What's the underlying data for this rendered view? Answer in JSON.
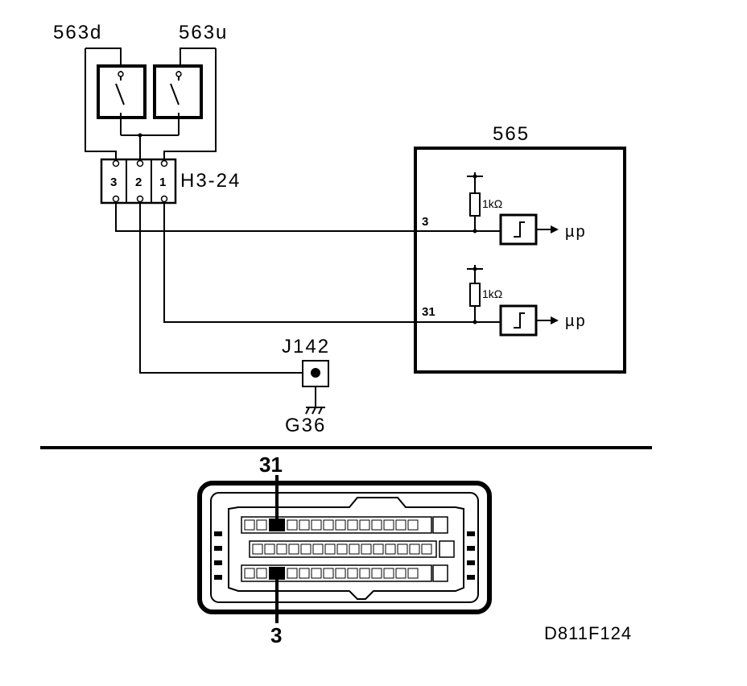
{
  "labels": {
    "switch_down": "563d",
    "switch_up": "563u",
    "connector": "H3-24",
    "connector_pins": [
      "3",
      "2",
      "1"
    ],
    "module": "565",
    "ground_point": "J142",
    "ground": "G36",
    "pin_a": "3",
    "pin_b": "31",
    "resistor_a": "1kΩ",
    "resistor_b": "1kΩ",
    "output_a": "µp",
    "output_b": "µp",
    "ecu_pin_top": "31",
    "ecu_pin_bottom": "3",
    "drawing_code": "D811F124"
  }
}
